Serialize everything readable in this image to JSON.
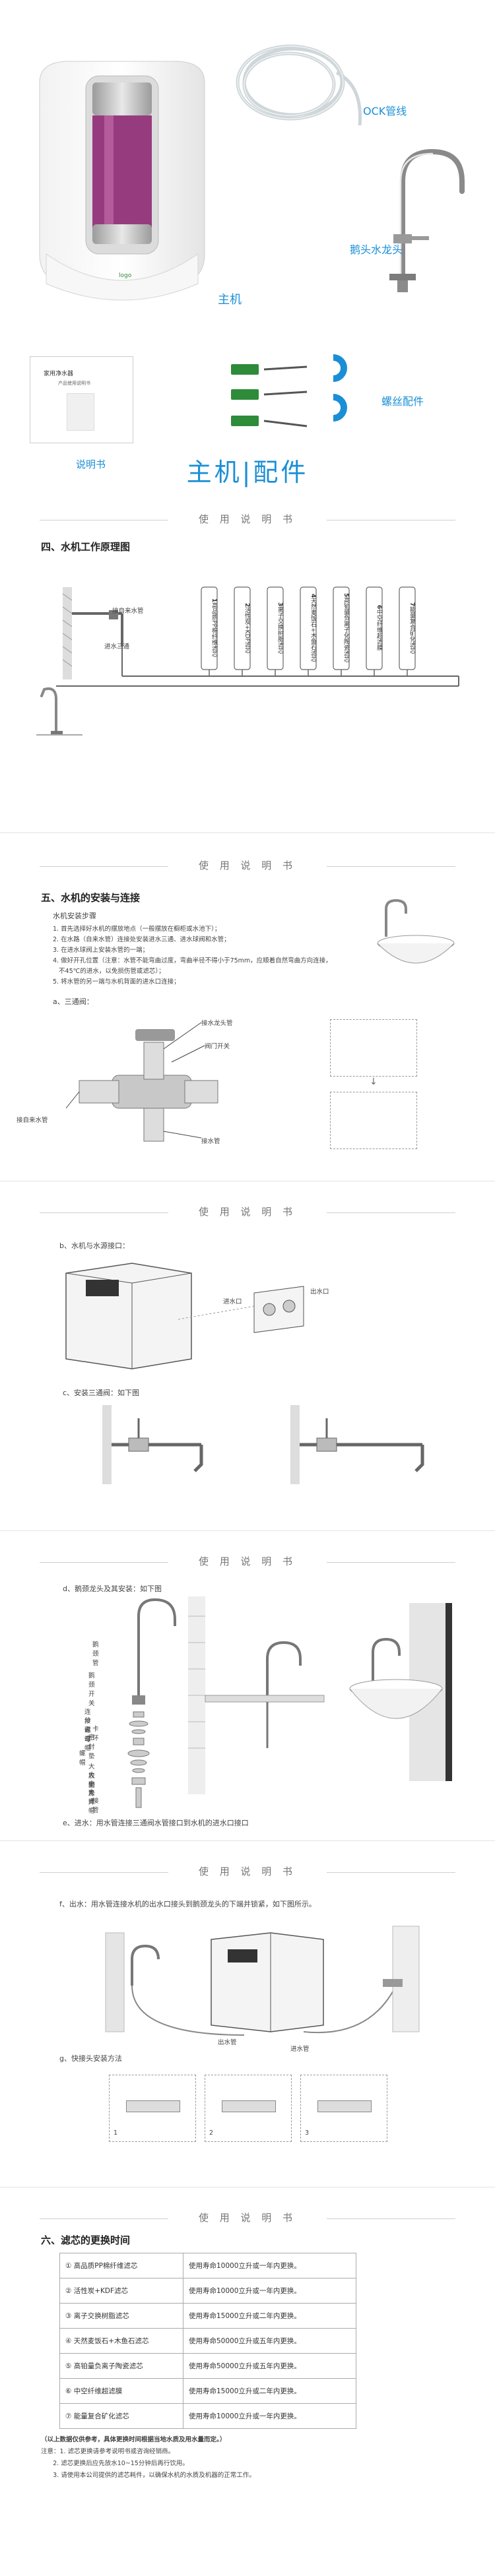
{
  "top": {
    "labels": {
      "host": "主机",
      "pipe": "OCK管线",
      "faucet": "鹅头水龙头",
      "screws": "螺丝配件",
      "manual": "说明书"
    },
    "manual_card": {
      "title": "家用净水器",
      "subtitle": "产品使用说明书"
    },
    "main_title_left": "主机",
    "main_title_right": "配件"
  },
  "band_title": "使 用 说 明 书",
  "sec4": {
    "heading": "四、水机工作原理图",
    "labels": {
      "tap": "接自来水管",
      "inlet": "进水三通"
    },
    "stages": [
      {
        "num": "1",
        "name": "高品质PP棉纤维滤芯"
      },
      {
        "num": "2",
        "name": "活性炭+KDF滤芯"
      },
      {
        "num": "3",
        "name": "离子交换树脂滤芯"
      },
      {
        "num": "4",
        "name": "天然麦饭石+木鱼石滤芯"
      },
      {
        "num": "5",
        "name": "高铂量负离子化陶瓷滤芯"
      },
      {
        "num": "6",
        "name": "中空纤维超滤膜"
      },
      {
        "num": "7",
        "name": "能量复合矿化滤芯"
      }
    ]
  },
  "sec5": {
    "heading": "五、水机的安装与连接",
    "sub": "水机安装步骤",
    "steps": [
      "1. 首先选择好水机的摆放地点（一般摆放在橱柜或水池下）；",
      "2. 在水路（自来水管）连接处安装进水三通、进水球阀和水管；",
      "3. 在进水球阀上安装水管的一端；",
      "4. 做好开孔位置（注意：水管不能弯曲过度，弯曲半径不得小于75mm，应顺着自然弯曲方向连接，",
      "   不45℃的进水，以免损伤管或滤芯）；",
      "5. 将水管的另一端与水机背面的进水口连接；"
    ],
    "a_label": "a、三通阀：",
    "valve_labels": {
      "ball": "接水龙头管",
      "switch": "阀门开关",
      "tap": "接自来水管",
      "out": "接水管"
    }
  },
  "sec_b": {
    "b_label": "b、水机与水源接口：",
    "port_labels": {
      "in": "进水口",
      "out": "出水口"
    },
    "c_label": "c、安装三通阀：如下图"
  },
  "sec_d": {
    "d_label": "d、鹅颈龙头及其安装：如下图",
    "faucet_parts": [
      "鹅颈管",
      "鹅颈开关",
      "连接螺母",
      "分离螺帽",
      "卡环",
      "密封垫",
      "螺帽",
      "大胶圈",
      "大垫片",
      "小垫片",
      "大螺帽",
      "接管"
    ],
    "e_label": "e、进水：用水管连接三通阀水管接口到水机的进水口接口"
  },
  "sec_f": {
    "f_label": "f、出水：用水管连接水机的出水口接头到鹅颈龙头的下端并锁紧，如下图所示。",
    "labels": {
      "in": "进水管",
      "out": "出水管"
    },
    "g_label": "g、快接头安装方法",
    "steps": [
      "1",
      "2",
      "3"
    ]
  },
  "sec6": {
    "heading": "六、滤芯的更换时间",
    "rows": [
      {
        "name": "① 高品质PP棉纤维滤芯",
        "time": "使用寿命10000立升或一年内更换。"
      },
      {
        "name": "② 活性炭+KDF滤芯",
        "time": "使用寿命10000立升或一年内更换。"
      },
      {
        "name": "③ 离子交换树脂滤芯",
        "time": "使用寿命15000立升或二年内更换。"
      },
      {
        "name": "④ 天然麦饭石+木鱼石滤芯",
        "time": "使用寿命50000立升或五年内更换。"
      },
      {
        "name": "⑤ 高铂量负离子陶瓷滤芯",
        "time": "使用寿命50000立升或五年内更换。"
      },
      {
        "name": "⑥ 中空纤维超滤膜",
        "time": "使用寿命15000立升或二年内更换。"
      },
      {
        "name": "⑦ 能量复合矿化滤芯",
        "time": "使用寿命10000立升或一年内更换。"
      }
    ],
    "notes": [
      "（以上数据仅供参考，具体更换时间根据当地水质及用水量而定。）",
      "注意：1. 滤芯更换请参考说明书或咨询经销商。",
      "      2. 滤芯更换后应先放水10~15分钟后再行饮用。",
      "      3. 请使用本公司提供的滤芯耗件，以确保水机的水质及机器的正常工作。"
    ]
  },
  "colors": {
    "accent": "#1a8fd6",
    "purple": "#8b1e6e",
    "green": "#2e8b3a"
  }
}
